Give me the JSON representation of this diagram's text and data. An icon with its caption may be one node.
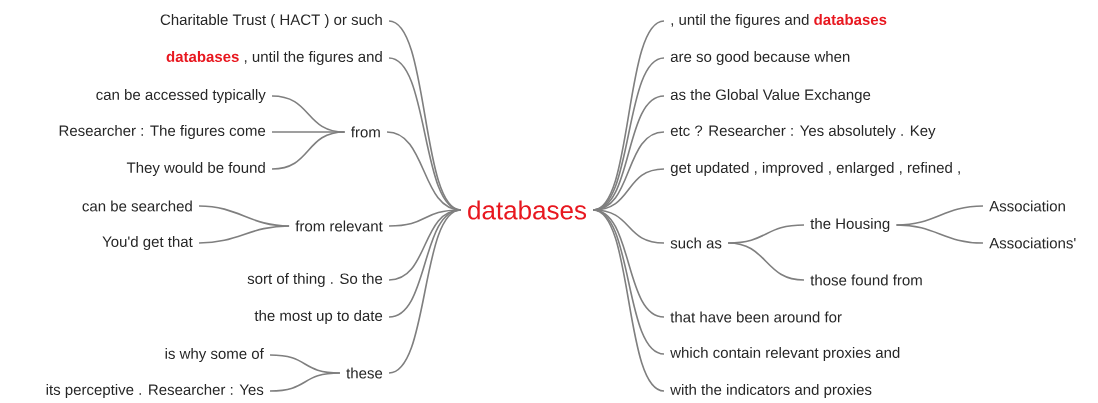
{
  "diagram": {
    "nodes": [
      {
        "text": [
          "databases"
        ]
      },
      {
        "text": [
          "Charitable Trust ( HACT ) or such"
        ]
      },
      {
        "text": [
          "**databases** , until the figures and"
        ]
      },
      {
        "text": [
          "from"
        ]
      },
      {
        "text": [
          "from relevant"
        ]
      },
      {
        "text": [
          "sort of thing . So the"
        ]
      },
      {
        "text": [
          "the most up to date"
        ]
      },
      {
        "text": [
          "these"
        ]
      },
      {
        "text": [
          "can be accessed typically"
        ]
      },
      {
        "text": [
          "Researcher : The figures come"
        ]
      },
      {
        "text": [
          "They would be found"
        ]
      },
      {
        "text": [
          "can be searched"
        ]
      },
      {
        "text": [
          "You'd get that"
        ]
      },
      {
        "text": [
          "is why some of"
        ]
      },
      {
        "text": [
          "its perceptive . Researcher : Yes"
        ]
      },
      {
        "text": [
          ", until the figures and **databases**"
        ]
      },
      {
        "text": [
          "are so good because when"
        ]
      },
      {
        "text": [
          "as the Global Value Exchange"
        ]
      },
      {
        "text": [
          "etc ? Researcher : Yes absolutely . Key"
        ]
      },
      {
        "text": [
          "get updated , improved , enlarged , refined ,"
        ]
      },
      {
        "text": [
          "such as"
        ]
      },
      {
        "text": [
          "that have been around for"
        ]
      },
      {
        "text": [
          "which contain relevant proxies and"
        ]
      },
      {
        "text": [
          "with the indicators and proxies"
        ]
      },
      {
        "text": [
          "the Housing"
        ]
      },
      {
        "text": [
          "those found from"
        ]
      },
      {
        "text": [
          "Association"
        ]
      },
      {
        "text": [
          "Associations'"
        ]
      }
    ],
    "edges": [
      {
        "from": 0,
        "to": 1,
        "arrow": "none"
      },
      {
        "from": 0,
        "to": 2,
        "arrow": "none"
      },
      {
        "from": 0,
        "to": 3,
        "arrow": "none"
      },
      {
        "from": 0,
        "to": 4,
        "arrow": "none"
      },
      {
        "from": 0,
        "to": 5,
        "arrow": "none"
      },
      {
        "from": 0,
        "to": 6,
        "arrow": "none"
      },
      {
        "from": 0,
        "to": 7,
        "arrow": "none"
      },
      {
        "from": 3,
        "to": 8,
        "arrow": "none"
      },
      {
        "from": 3,
        "to": 9,
        "arrow": "none"
      },
      {
        "from": 3,
        "to": 10,
        "arrow": "none"
      },
      {
        "from": 4,
        "to": 11,
        "arrow": "none"
      },
      {
        "from": 4,
        "to": 12,
        "arrow": "none"
      },
      {
        "from": 7,
        "to": 13,
        "arrow": "none"
      },
      {
        "from": 7,
        "to": 14,
        "arrow": "none"
      },
      {
        "from": 0,
        "to": 15,
        "arrow": "none"
      },
      {
        "from": 0,
        "to": 16,
        "arrow": "none"
      },
      {
        "from": 0,
        "to": 17,
        "arrow": "none"
      },
      {
        "from": 0,
        "to": 18,
        "arrow": "none"
      },
      {
        "from": 0,
        "to": 19,
        "arrow": "none"
      },
      {
        "from": 0,
        "to": 20,
        "arrow": "none"
      },
      {
        "from": 0,
        "to": 21,
        "arrow": "none"
      },
      {
        "from": 0,
        "to": 22,
        "arrow": "none"
      },
      {
        "from": 0,
        "to": 23,
        "arrow": "none"
      },
      {
        "from": 20,
        "to": 24,
        "arrow": "none"
      },
      {
        "from": 20,
        "to": 25,
        "arrow": "none"
      },
      {
        "from": 24,
        "to": 26,
        "arrow": "none"
      },
      {
        "from": 24,
        "to": 27,
        "arrow": "none"
      }
    ]
  }
}
